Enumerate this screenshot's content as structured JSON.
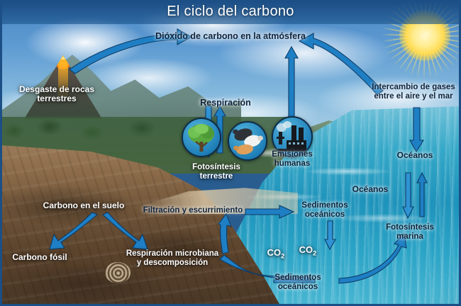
{
  "title": "El ciclo del carbono",
  "labels": {
    "atmosphere": "Dióxido de carbono en la atmósfera",
    "rock_weathering": "Desgaste de rocas\nterrestres",
    "respiration": "Respiración",
    "photosynthesis_land": "Fotosíntesis\nterrestre",
    "human_emissions": "Emisiones\nhumanas",
    "gas_exchange": "Intercambio de gases\nentre el aire y el mar",
    "oceans_top": "Océanos",
    "oceans_mid": "Océanos",
    "marine_photosynthesis": "Fotosíntesis\nmarina",
    "soil_carbon": "Carbono en el suelo",
    "fossil_carbon": "Carbono fósil",
    "microbial_respiration": "Respiración microbiana\ny descomposición",
    "runoff": "Filtración y escurrimiento",
    "ocean_sediments_mid": "Sedimentos\noceánicos",
    "ocean_sediments_bottom": "Sedimentos\noceánicos",
    "co2_left": "CO2",
    "co2_right": "CO2"
  },
  "icons": {
    "tree": "tree-icon",
    "livestock": "livestock-icon",
    "factory": "factory-icon",
    "sun": "sun-icon",
    "volcano": "volcano-icon",
    "fossil_shell": "ammonite-fossil-icon"
  },
  "colors": {
    "arrow_blue": "#1f7fc4",
    "arrow_outline": "#0d3c66",
    "title_text": "#ffffff",
    "label_dark": "#10243c",
    "label_light": "#ffffff",
    "frame": "#1b4f86",
    "sun": "#ffd84a",
    "ocean": "#1e93bb",
    "land": "#6e5338"
  }
}
